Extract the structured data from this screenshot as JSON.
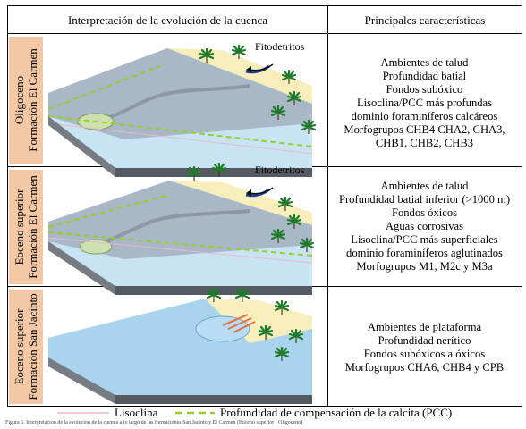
{
  "header": {
    "left": "Interpretación de la evolución de la cuenca",
    "right": "Principales características"
  },
  "panels": [
    {
      "era": "Oligoceno",
      "formation": "Formación El Carmen",
      "fitodetritos": "Fitodetritos",
      "characteristics": [
        "Ambientes de talud",
        "Profundidad batial",
        "Fondos subóxico",
        "Lisoclina/PCC más profundas",
        "dominio foraminíferos calcáreos",
        "Morfogrupos CHB4 CHA2, CHA3,",
        "CHB1, CHB2, CHB3"
      ]
    },
    {
      "era": "Eoceno superior",
      "formation": "Formación El Carmen",
      "fitodetritos": "Fitodetritos",
      "characteristics": [
        "Ambientes de talud",
        "Profundidad batial inferior (>1000 m)",
        "Fondos óxicos",
        "Aguas corrosivas",
        "Lisoclina/PCC más superficiales",
        "dominio foraminíferos aglutinados",
        "Morfogrupos M1, M2c y M3a"
      ]
    },
    {
      "era": "Eoceno superior",
      "formation": "Formación San Jacinto",
      "characteristics": [
        "Ambientes de plataforma",
        "Profundidad nerítico",
        "Fondos subóxicos a óxicos",
        "Morfogrupos CHA6, CHB4 y CPB"
      ]
    }
  ],
  "legend": {
    "lisoclina": "Lisoclina",
    "pcc": "Profundidad de compensación de la calcita (PCC)",
    "lisoclina_color": "#e8b8cc",
    "pcc_color": "#9acd32"
  },
  "caption": "Figura 6. Interpretación de la evolución de la cuenca a lo largo de las formaciones San Jacinto y El Carmen (Eoceno superior - Oligoceno)",
  "colors": {
    "era_box": "#f4c8a4",
    "water": "#c8e4f4",
    "land": "#f8eebc",
    "seafloor": "#9eaab8",
    "block_side": "#555a62",
    "palm": "#1f7a2a"
  }
}
